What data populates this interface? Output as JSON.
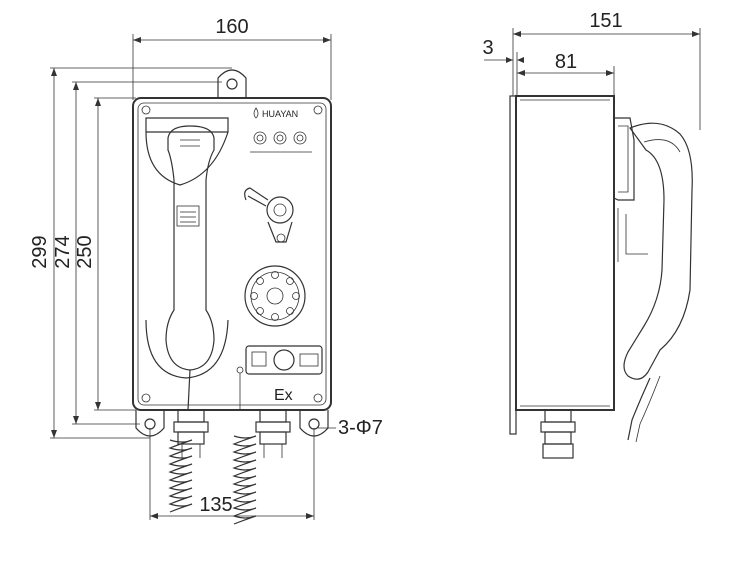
{
  "front_view": {
    "width_dim": "160",
    "height_dims": [
      "299",
      "274",
      "250"
    ],
    "hole_spacing_dim": "135",
    "hole_callout": "3-Φ7",
    "brand": "HUAYAN",
    "ex_mark": "Ex"
  },
  "side_view": {
    "depth_dim": "151",
    "offset_dim": "3",
    "body_depth_dim": "81"
  },
  "colors": {
    "line": "#333333",
    "background": "#ffffff"
  }
}
